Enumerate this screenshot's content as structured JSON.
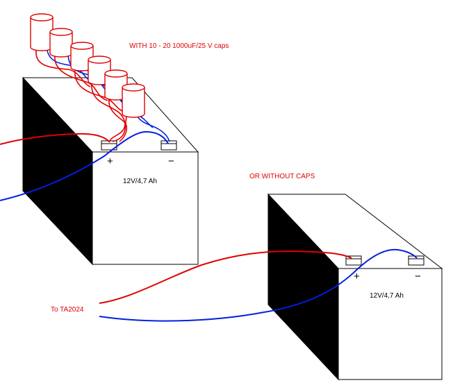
{
  "annotations": {
    "with_caps": "WITH 10 - 20 1000uF/25 V caps",
    "without_caps": "OR WITHOUT CAPS",
    "to_amp": "To TA2024"
  },
  "battery_left": {
    "label": "12V/4,7 Ah",
    "plus": "+",
    "minus": "−"
  },
  "battery_right": {
    "label": "12V/4,7 Ah",
    "plus": "+",
    "minus": "−"
  },
  "colors": {
    "positive_wire": "#e00000",
    "negative_wire": "#0020e0",
    "capacitor": "#e00000",
    "battery": "#000000"
  },
  "capacitor_count": 6
}
